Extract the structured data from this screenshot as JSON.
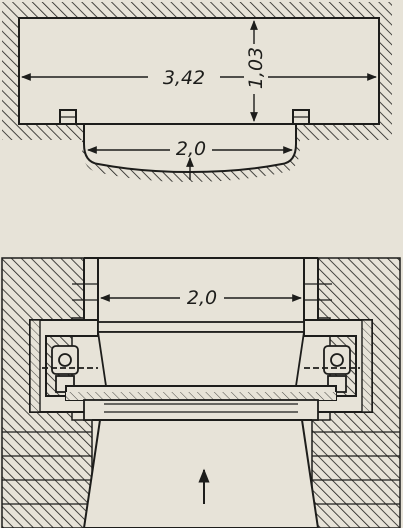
{
  "figure": {
    "top_drawing": {
      "width_label": "3,42",
      "height_label": "1,03",
      "opening_label": "2,0"
    },
    "bottom_drawing": {
      "opening_label": "2,0"
    }
  },
  "colors": {
    "ink": "#1d1d1b",
    "paper": "#e7e3d8"
  }
}
